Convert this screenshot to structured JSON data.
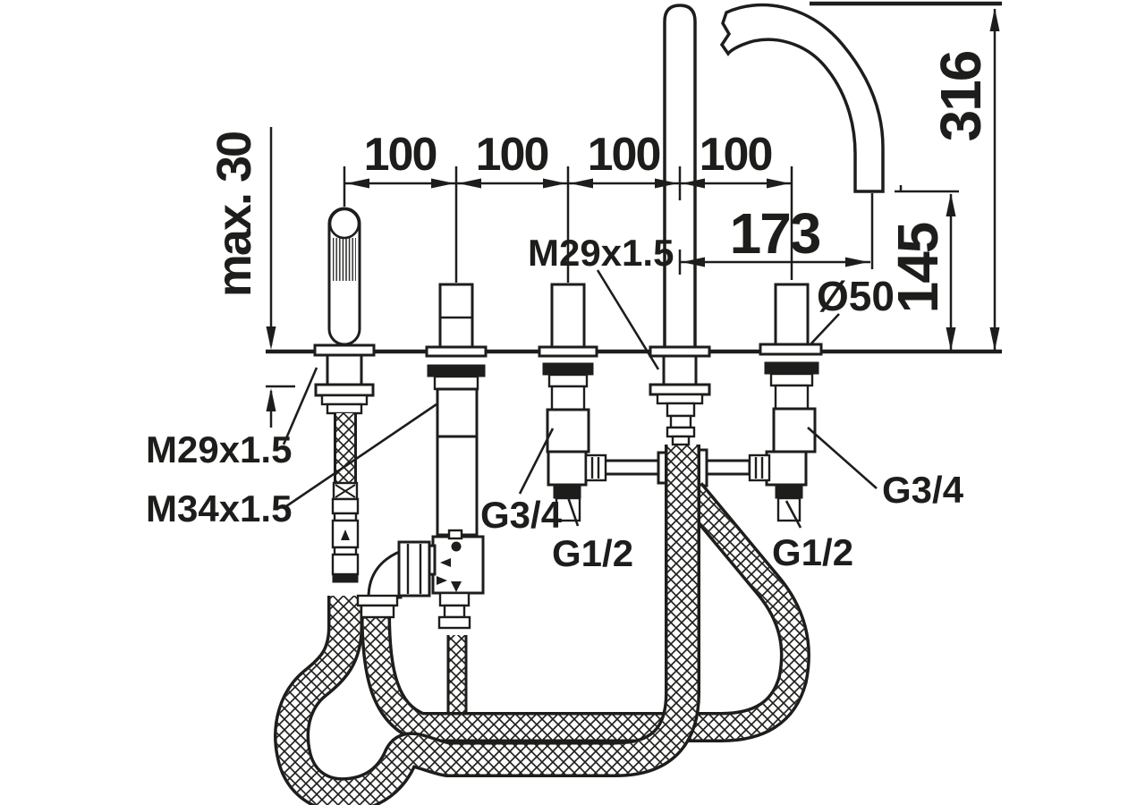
{
  "drawing": {
    "colors": {
      "ink": "#1d1d1b",
      "background": "#ffffff"
    },
    "dim_labels": {
      "spacing": [
        "100",
        "100",
        "100",
        "100"
      ],
      "spout_projection": "173",
      "spout_height": "316",
      "spout_outlet_height": "145",
      "max_deck_thickness": "max. 30",
      "rosette_diameter": "Ø50"
    },
    "connection_labels": {
      "m29_top": "M29x1.5",
      "m29_left": "M29x1.5",
      "m34_left": "M34x1.5",
      "g34_left": "G3/4",
      "g12_left": "G1/2",
      "g12_right": "G1/2",
      "g34_right": "G3/4"
    }
  }
}
